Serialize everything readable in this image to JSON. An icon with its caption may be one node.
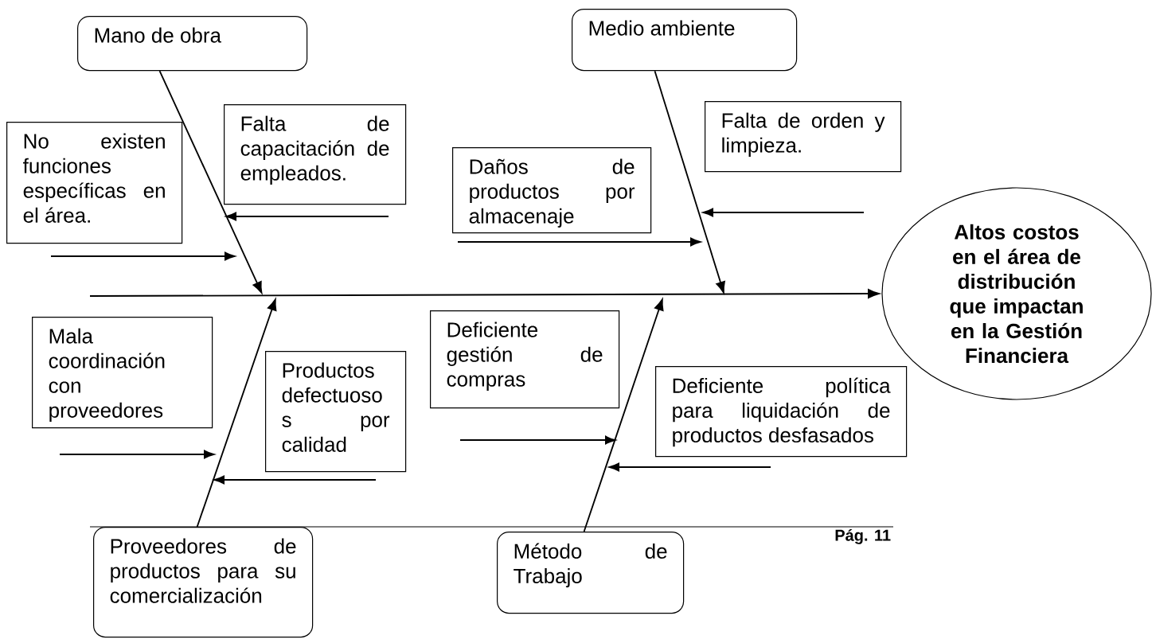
{
  "diagram": {
    "nodes": [
      {
        "text": [
          "Mano de obra"
        ]
      },
      {
        "text": [
          "No existen funciones específicas en el área."
        ]
      },
      {
        "text": [
          "Falta de capacitación de empleados."
        ]
      },
      {
        "text": [
          "Medio ambiente"
        ]
      },
      {
        "text": [
          "Daños de productos por almacenaje"
        ]
      },
      {
        "text": [
          "Falta de orden y limpieza."
        ]
      },
      {
        "text": [
          "Altos costos en el área de distribución que impactan en la Gestión Financiera"
        ]
      },
      {
        "text": [
          "Mala coordinación con proveedores"
        ]
      },
      {
        "text": [
          "Productos defectuoso s por calidad"
        ]
      },
      {
        "text": [
          "Deficiente gestión de compras"
        ]
      },
      {
        "text": [
          "Deficiente política para liquidación de productos desfasados"
        ]
      },
      {
        "text": [
          "Proveedores de productos para su comercialización"
        ]
      },
      {
        "text": [
          "Método de Trabajo"
        ]
      }
    ],
    "edges": [
      {
        "from": null,
        "to": 6,
        "arrow": "to"
      },
      {
        "from": 0,
        "to": null,
        "arrow": "to"
      },
      {
        "from": 3,
        "to": null,
        "arrow": "to"
      },
      {
        "from": 11,
        "to": null,
        "arrow": "to"
      },
      {
        "from": 12,
        "to": null,
        "arrow": "to"
      }
    ],
    "labels": [
      "Pág. 11"
    ]
  }
}
